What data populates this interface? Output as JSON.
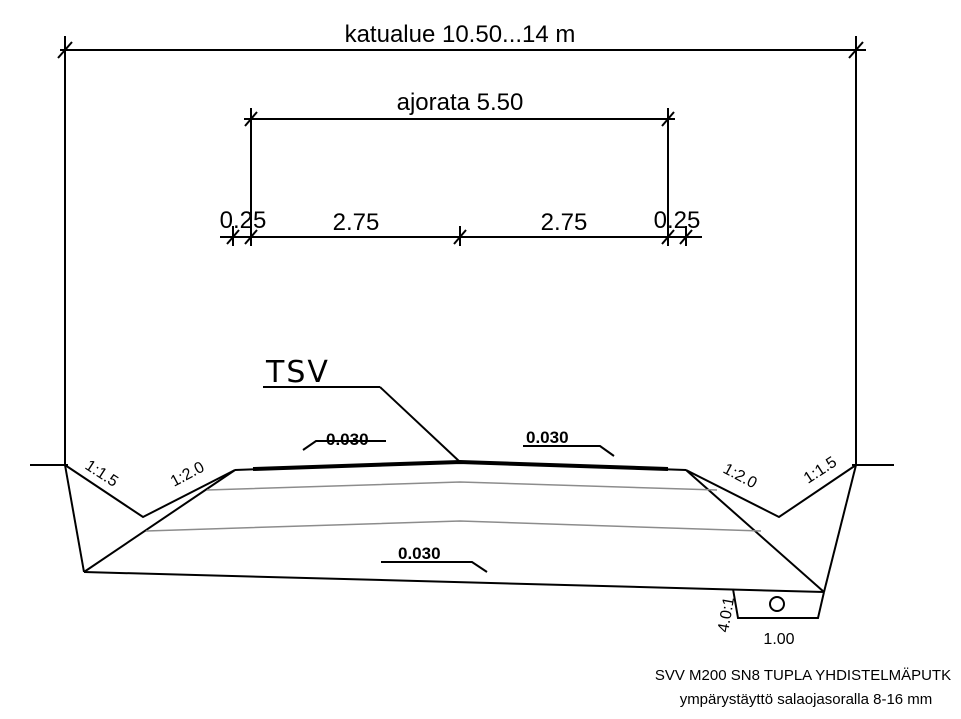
{
  "dimensions": {
    "katualue": "katualue 10.50...14 m",
    "ajorata": "ajorata 5.50",
    "edge_left": "0.25",
    "lane_left": "2.75",
    "lane_right": "2.75",
    "edge_right": "0.25"
  },
  "surface_label": "TSV",
  "slopes": {
    "crown_left": "0.030",
    "crown_right": "0.030",
    "subbase": "0.030"
  },
  "ratios": {
    "left_outer": "1:1.5",
    "left_inner": "1:2.0",
    "right_inner": "1:2.0",
    "right_outer": "1:1.5",
    "trench_side": "4.0:1",
    "trench_width": "1.00"
  },
  "pipe_note": {
    "line1": "SVV M200 SN8 TUPLA YHDISTELMÄPUTK",
    "line2": "ympärystäyttö salaojasoralla 8-16 mm"
  },
  "colors": {
    "line": "#000000",
    "layer": "#8c8c8c"
  }
}
